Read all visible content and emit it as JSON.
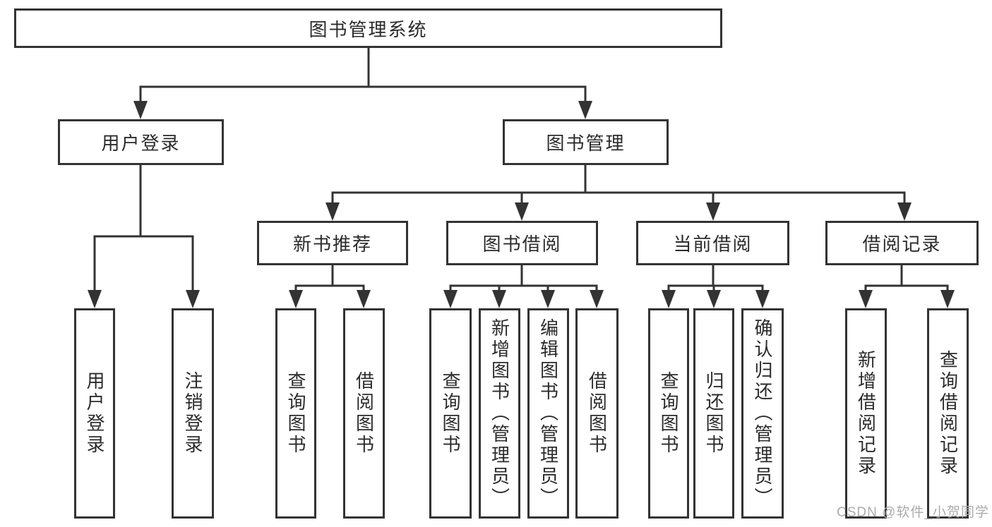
{
  "style": {
    "line_color": "#333333",
    "box_border_color": "#333333",
    "box_background": "#ffffff",
    "text_color": "#2b2b2b",
    "watermark_color": "#ababab"
  },
  "watermark": {
    "text": "CSDN @软件_小贺同学"
  },
  "tree": {
    "label": "图书管理系统",
    "children": [
      {
        "label": "用户登录",
        "children": [
          {
            "label": "用户登录"
          },
          {
            "label": "注销登录"
          }
        ]
      },
      {
        "label": "图书管理",
        "children": [
          {
            "label": "新书推荐",
            "children": [
              {
                "label": "查询图书"
              },
              {
                "label": "借阅图书"
              }
            ]
          },
          {
            "label": "图书借阅",
            "children": [
              {
                "label": "查询图书"
              },
              {
                "label": "新增图书（管理员）"
              },
              {
                "label": "编辑图书（管理员）"
              },
              {
                "label": "借阅图书"
              }
            ]
          },
          {
            "label": "当前借阅",
            "children": [
              {
                "label": "查询图书"
              },
              {
                "label": "归还图书"
              },
              {
                "label": "确认归还（管理员）"
              }
            ]
          },
          {
            "label": "借阅记录",
            "children": [
              {
                "label": "新增借阅记录"
              },
              {
                "label": "查询借阅记录"
              }
            ]
          }
        ]
      }
    ]
  }
}
